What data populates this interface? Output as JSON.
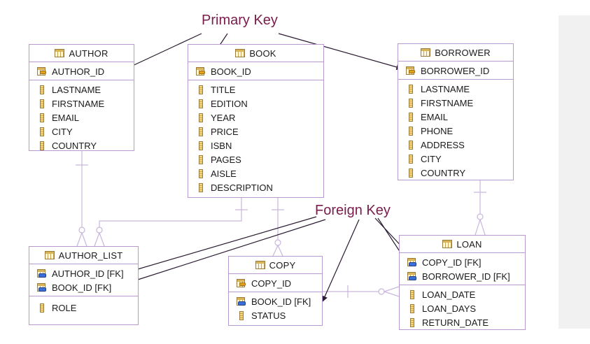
{
  "annotations": {
    "primary_key": "Primary Key",
    "foreign_key": "Foreign Key"
  },
  "colors": {
    "annotation": "#7a1c4c",
    "entity_border": "#b79bd0",
    "arrow": "#3a2140"
  },
  "entities": {
    "author": {
      "title": "AUTHOR",
      "pk": "AUTHOR_ID",
      "columns": [
        "LASTNAME",
        "FIRSTNAME",
        "EMAIL",
        "CITY",
        "COUNTRY"
      ]
    },
    "book": {
      "title": "BOOK",
      "pk": "BOOK_ID",
      "columns": [
        "TITLE",
        "EDITION",
        "YEAR",
        "PRICE",
        "ISBN",
        "PAGES",
        "AISLE",
        "DESCRIPTION"
      ]
    },
    "borrower": {
      "title": "BORROWER",
      "pk": "BORROWER_ID",
      "columns": [
        "LASTNAME",
        "FIRSTNAME",
        "EMAIL",
        "PHONE",
        "ADDRESS",
        "CITY",
        "COUNTRY"
      ]
    },
    "author_list": {
      "title": "AUTHOR_LIST",
      "keys": [
        "AUTHOR_ID [FK]",
        "BOOK_ID [FK]"
      ],
      "columns": [
        "ROLE"
      ]
    },
    "copy": {
      "title": "COPY",
      "pk": "COPY_ID",
      "fk": "BOOK_ID [FK]",
      "columns": [
        "STATUS"
      ]
    },
    "loan": {
      "title": "LOAN",
      "keys": [
        "COPY_ID [FK]",
        "BORROWER_ID [FK]"
      ],
      "columns": [
        "LOAN_DATE",
        "LOAN_DAYS",
        "RETURN_DATE"
      ]
    }
  }
}
